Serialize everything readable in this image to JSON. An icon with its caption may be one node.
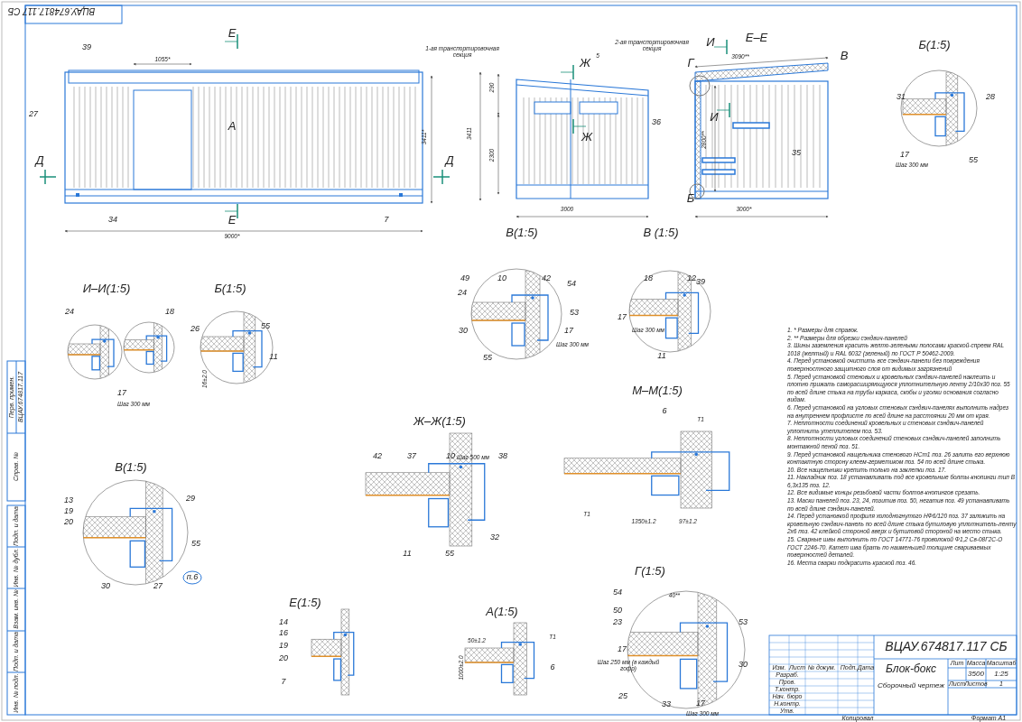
{
  "diagram": {
    "labels": [
      "ВЦАУ.674817.117 СБ",
      "Е",
      "39",
      "1055*",
      "27",
      "А",
      "3411*",
      "Д",
      "Д",
      "34",
      "Е",
      "7",
      "9000*",
      "1-ая транспортировочная секция",
      "2-ая транспортировочная секция",
      "Ж",
      "5",
      "290",
      "3411",
      "2300",
      "Ж",
      "36",
      "3000",
      "И",
      "Е–Е",
      "3090**",
      "Г",
      "В",
      "И",
      "2800**",
      "35",
      "Б",
      "3000*",
      "Б(1:5)",
      "31",
      "28",
      "17",
      "Шаг 300 мм",
      "55",
      "В(1:5)",
      "49",
      "10",
      "42",
      "24",
      "54",
      "53",
      "30",
      "17",
      "Шаг 300 мм",
      "55",
      "В (1:5)",
      "18",
      "12",
      "39",
      "17",
      "Шаг 300 мм",
      "11",
      "И–И(1:5)",
      "24",
      "18",
      "17",
      "Шаг 300 мм",
      "Б(1:5)",
      "26",
      "55",
      "11",
      "16±2.0",
      "М–М(1:5)",
      "6",
      "Т1",
      "Т1",
      "1350±1.2",
      "97±1.2",
      "Ж–Ж(1:5)",
      "42",
      "37",
      "10",
      "Шаг 500 мм",
      "38",
      "32",
      "11",
      "55",
      "В(1:5)",
      "13",
      "19",
      "20",
      "29",
      "55",
      "30",
      "27",
      "п.6",
      "Е(1:5)",
      "14",
      "16",
      "19",
      "20",
      "7",
      "А(1:5)",
      "50±1.2",
      "Т1",
      "6",
      "1000±2.0",
      "Г(1:5)",
      "40**",
      "54",
      "50",
      "23",
      "53",
      "17",
      "Шаг 250 мм (в каждый гофр)",
      "25",
      "30",
      "33",
      "17",
      "Шаг 300 мм",
      "1. * Размеры для справок.",
      "2. ** Размеры для обрезки сэндвич-панелей",
      "3. Шины заземления красить желто-зелеными полосами краской-спреем RAL 1018 (желтый) и RAL 6032 (зеленый) по ГОСТ Р 50462-2009.",
      "4. Перед установкой очистить все сэндвич-панели без повреждения поверхностного защитного слоя от видимых загрязнений",
      "5. Перед установкой стеновых и кровельных сэндвич-панелей наклеить и плотно прижать саморасширяющуюся уплотнительную ленту 2/10х30 поз. 55 по всей длине стыка на трубы каркаса, скобы и уголки основания согласно видам.",
      "6. Перед установкой на угловых стеновых сэндвич-панелях выполнить надрез на внутреннем профлисте по всей длине на расстоянии 20 мм от края.",
      "7. Неплотности соединений кровельных и стеновых сэндвич-панелей уплотнить утеплителем поз. 53.",
      "8. Неплотности угловых соединений стеновых сэндвич-панелей заполнить монтажной пеной поз. 51.",
      "9. Перед установкой нащельника стенового НСт1 поз. 26 залить его верхнюю контактную сторону клеем-герметиком поз. 54 по всей длине стыка.",
      "10. Все нащельники крепить только на заклепки поз. 17.",
      "11. Накладник поз. 18 устанавливать под все кровельные болты-кнопинги тип В 6,3х135 поз. 12.",
      "12. Все видимые концы резьбовой части болтов-кнопингов срезать.",
      "13. Маски панелей поз. 23, 24, позитив поз. 50, негатив поз. 49 устанавливать по всей длине сэндвич-панелей.",
      "14. Перед установкой профиля холодногнутого НФ6/120 поз. 37 заложить на кровельную сэндвич-панель по всей длине стыка бутиловую уплотнитель-ленту 2х6 поз. 42 клейкой стороной вверх и бутиловой стороной на место стыка.",
      "15. Сварные швы выполнить по ГОСТ 14771-76 проволокой Ф1,2 Св-08Г2С-О ГОСТ 2246-70. Катет шва брать по наименьшей толщине свариваемых поверхностей деталей.",
      "16. Места сварки подкрасить краской поз. 46.",
      "ВЦАУ.674817.117 СБ",
      "Изм.",
      "Лист",
      "№ докум.",
      "Подп.",
      "Дата",
      "Разраб.",
      "Пров.",
      "Т.контр.",
      "Нач. бюро",
      "Н.контр.",
      "Утв.",
      "Блок-бокс",
      "Сборочный чертеж",
      "Лит",
      "Масса",
      "Масштаб",
      "3500",
      "1:25",
      "Лист",
      "Листов",
      "1",
      "Копировал",
      "Формат А1",
      "Перв. примен.",
      "ВЦАУ.674817.117",
      "Справ. №",
      "Подп. и дата",
      "Инв. № дубл.",
      "Взам. инв. №",
      "Подп. и дата",
      "Инв. № подл."
    ]
  }
}
